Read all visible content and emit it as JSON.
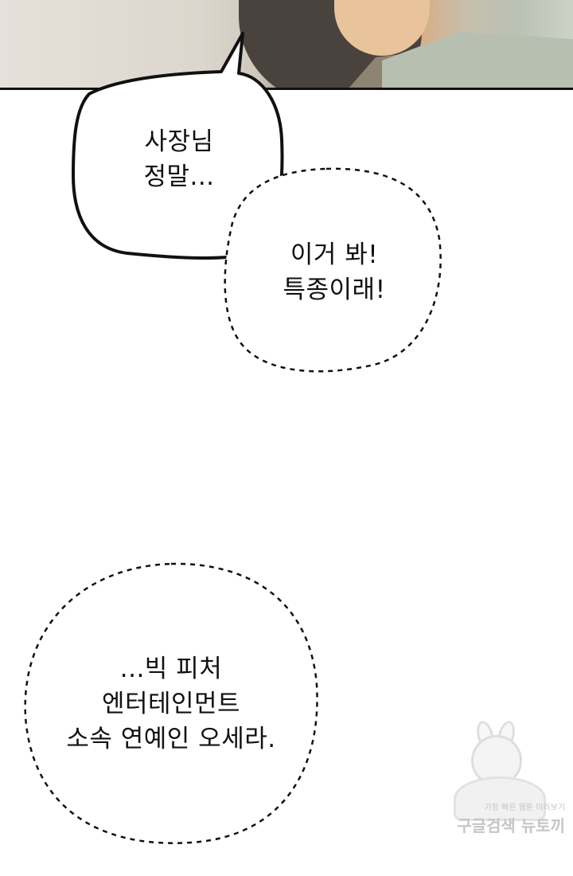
{
  "bubbles": {
    "boss": {
      "lines": [
        "사장님",
        "정말..."
      ]
    },
    "look": {
      "lines": [
        "이거 봐!",
        "특종이래!"
      ]
    },
    "ose": {
      "lines": [
        "...빅 피처",
        "엔터테인먼트",
        "소속 연예인 오세라."
      ]
    }
  },
  "watermark": {
    "small_text": "가장 빠른 웹툰 미리보기",
    "big_text": "구글검색 뉴토끼",
    "icon": "rabbit-mascot-icon"
  },
  "colors": {
    "background": "#ffffff",
    "ink": "#111111",
    "panel_border": "#111111"
  }
}
